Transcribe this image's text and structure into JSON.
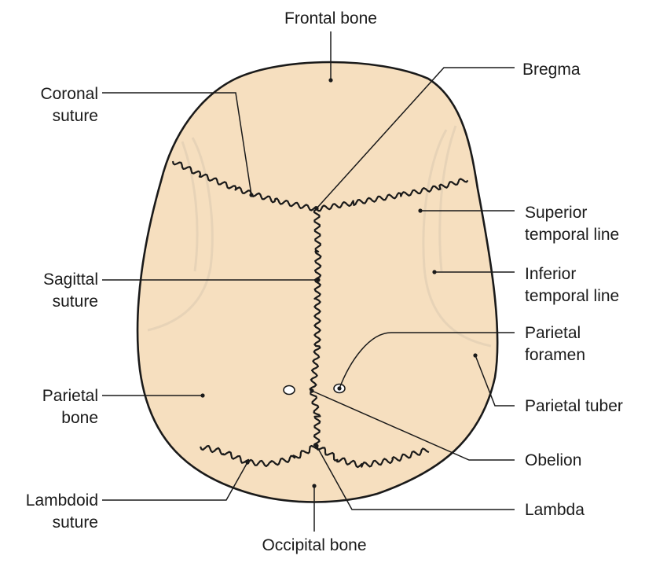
{
  "labels": {
    "frontal_bone": "Frontal bone",
    "bregma": "Bregma",
    "coronal_suture": [
      "Coronal",
      "suture"
    ],
    "superior_temporal_line": [
      "Superior",
      "temporal line"
    ],
    "sagittal_suture": [
      "Sagittal",
      "suture"
    ],
    "inferior_temporal_line": [
      "Inferior",
      "temporal line"
    ],
    "parietal_foramen": [
      "Parietal",
      "foramen"
    ],
    "parietal_bone": [
      "Parietal",
      "bone"
    ],
    "parietal_tuber": "Parietal tuber",
    "obelion": "Obelion",
    "lambdoid_suture": [
      "Lambdoid",
      "suture"
    ],
    "lambda": "Lambda",
    "occipital_bone": "Occipital bone"
  },
  "colors": {
    "bone_fill": "#f6dfbf",
    "outline": "#1a1a1a",
    "temporal_line": "#e6d2b6",
    "background": "#ffffff"
  }
}
